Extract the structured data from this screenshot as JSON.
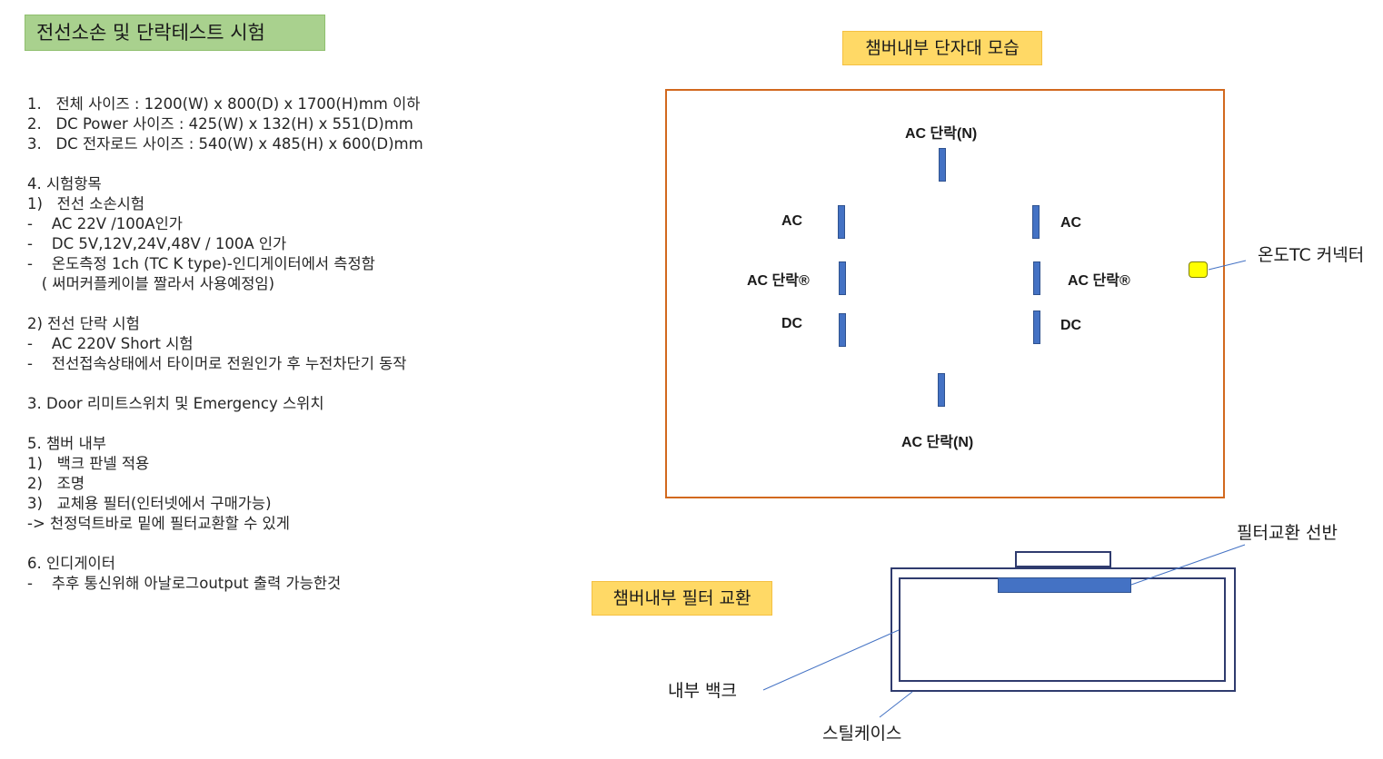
{
  "title": "전선소손 및 단락테스트 시험",
  "spec_lines": [
    "1.   전체 사이즈 : 1200(W) x 800(D) x 1700(H)mm 이하",
    "2.   DC Power 사이즈 : 425(W) x 132(H) x 551(D)mm",
    "3.   DC 전자로드 사이즈 : 540(W) x 485(H) x 600(D)mm",
    "",
    "4. 시험항목",
    "1)   전선 소손시험",
    "-    AC 22V /100A인가",
    "-    DC 5V,12V,24V,48V / 100A 인가",
    "-    온도측정 1ch (TC K type)-인디게이터에서 측정함",
    "   ( 써머커플케이블 짤라서 사용예정임)",
    "",
    "2) 전선 단락 시험",
    "-    AC 220V Short 시험",
    "-    전선접속상태에서 타이머로 전원인가 후 누전차단기 동작",
    "",
    "3. Door 리미트스위치 및 Emergency 스위치",
    "",
    "5. 챔버 내부",
    "1)   백크 판넬 적용",
    "2)   조명",
    "3)   교체용 필터(인터넷에서 구매가능)",
    "-> 천정덕트바로 밑에 필터교환할 수 있게",
    "",
    "6. 인디게이터",
    "-    추후 통신위해 아날로그output 출력 가능한것"
  ],
  "terminal_section": {
    "label": "챔버내부 단자대 모습",
    "top_label": "AC 단락(N)",
    "bottom_label": "AC 단락(N)",
    "left_labels": [
      "AC",
      "AC 단락®",
      "DC"
    ],
    "right_labels": [
      "AC",
      "AC 단락®",
      "DC"
    ],
    "connector_label": "온도TC 커넥터",
    "colors": {
      "frame": "#d2691e",
      "terminal": "#4472c4",
      "connector": "#ffff00",
      "label_fill": "#ffd966",
      "title_fill": "#a9d18e"
    }
  },
  "filter_section": {
    "label": "챔버내부 필터 교환",
    "shelf_label": "필터교환 선반",
    "back_label": "내부 백크",
    "case_label": "스틸케이스",
    "line_color": "#2f3b6e"
  }
}
